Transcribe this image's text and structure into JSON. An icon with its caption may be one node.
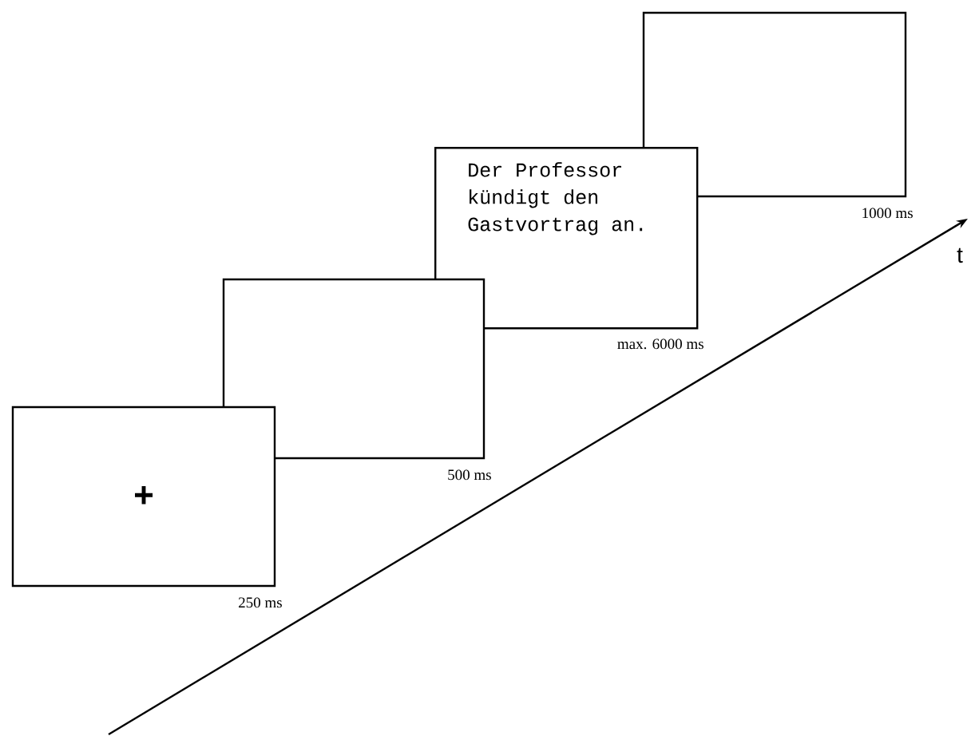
{
  "diagram": {
    "nodes": [
      {
        "text": [
          "+"
        ],
        "beside": [
          "250 ms"
        ]
      },
      {
        "text": [],
        "shape": "box",
        "beside": [
          "500 ms"
        ]
      },
      {
        "text": [
          "Der Professor kündigt den Gastvortrag an."
        ],
        "beside": [
          "max. 6000 ms"
        ]
      },
      {
        "text": [],
        "shape": "box",
        "beside": [
          "1000 ms"
        ]
      }
    ],
    "labels": [
      "t"
    ]
  }
}
